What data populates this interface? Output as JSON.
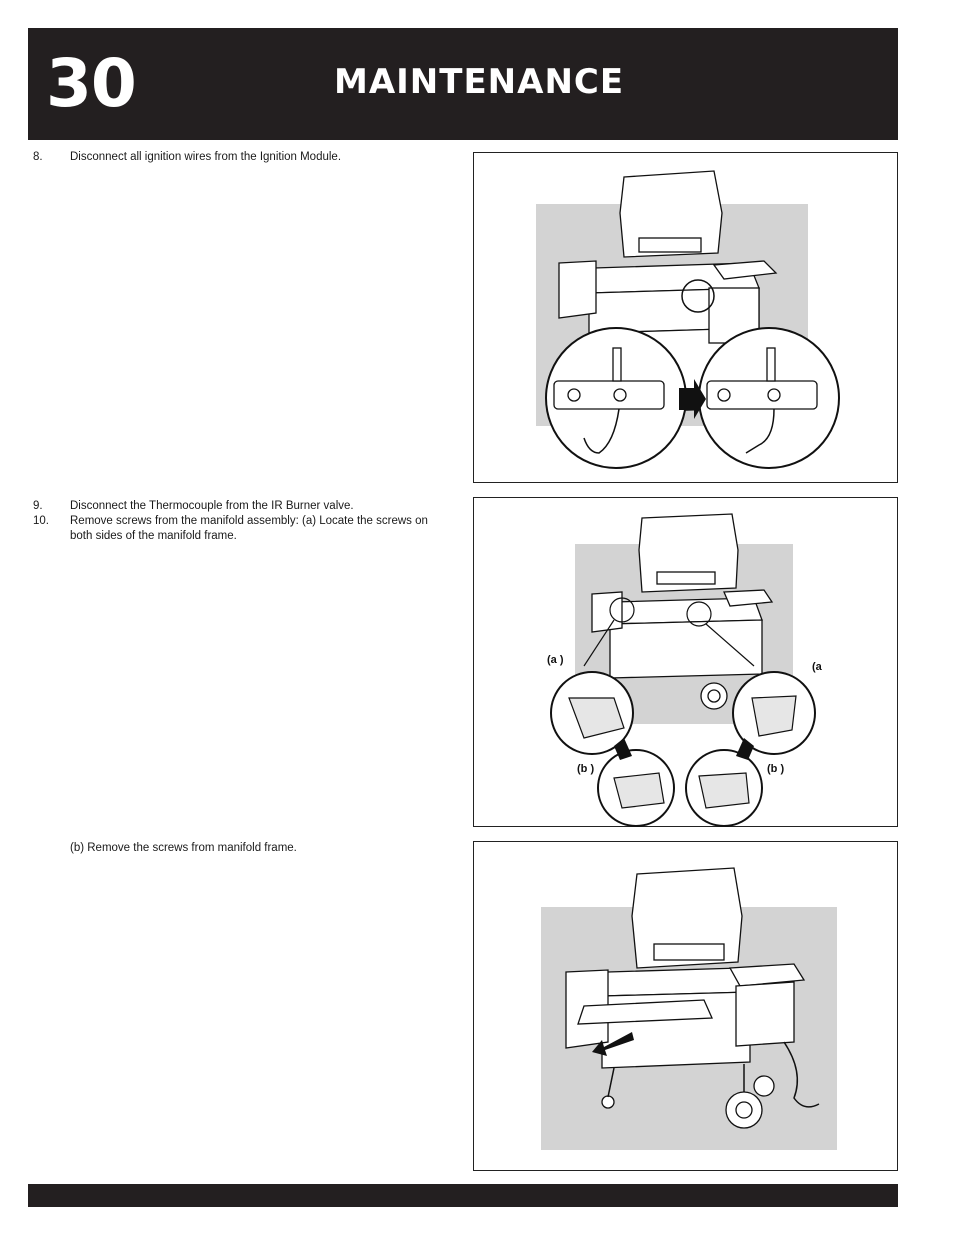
{
  "header": {
    "page_number": "30",
    "title": "MAINTENANCE"
  },
  "steps": [
    {
      "num": "8.",
      "text": "Disconnect all ignition wires from the Ignition Module."
    },
    {
      "num": "9.",
      "text": "Disconnect the Thermocouple from the IR Burner valve."
    },
    {
      "num": "10.",
      "text": "Remove screws from the manifold assembly: (a) Locate the screws on both sides of the manifold frame."
    },
    {
      "num": "",
      "text": "(b) Remove the screws from manifold frame."
    }
  ],
  "figure2_labels": {
    "a_left": "(a )",
    "a_right": "(a",
    "b_left": "(b )",
    "b_right": "(b )"
  },
  "colors": {
    "header_bg": "#231f20",
    "header_text": "#ffffff",
    "figure_backdrop": "#d3d3d3"
  }
}
